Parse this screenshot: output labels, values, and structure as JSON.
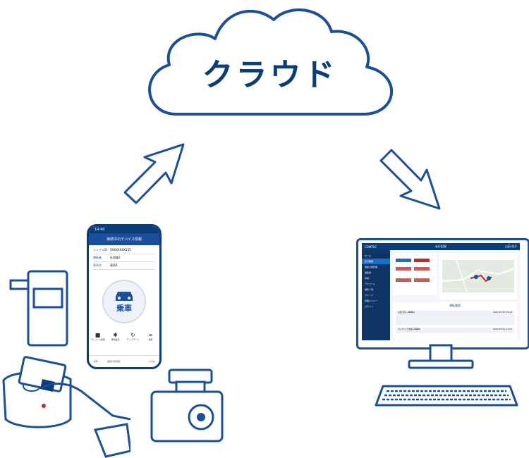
{
  "cloud": {
    "label": "クラウド"
  },
  "phone": {
    "time": "14:40",
    "header": "接続中のデバイス情報",
    "rows": [
      {
        "label": "シリアルID",
        "value": "XXXXXXXX155"
      },
      {
        "label": "運転者",
        "value": "社用車2"
      },
      {
        "label": "車両名",
        "value": "車両A"
      }
    ],
    "main_button": "乗車",
    "actions": [
      "アルコール検査",
      "車両設定",
      "アップデート",
      "連携"
    ],
    "tabs": [
      "乗車",
      "運転日報管理",
      "",
      "",
      "その他"
    ]
  },
  "monitor": {
    "brand": "COMTEC",
    "title": "走行記録",
    "user": "山田 花子",
    "sidebar": [
      "ホーム",
      "走行履歴",
      "運転日報管理",
      "運転者",
      "車両",
      "アルコール",
      "通知一覧",
      "グループ",
      "管理メニュー",
      "ログイン"
    ],
    "list_heading": "運転履歴",
    "entries": [
      {
        "name": "山田 花子 (車両A)",
        "date": "2021/07/11 15:16"
      },
      {
        "name": "ウェザック太郎 (車両B)",
        "date": "2021/07/11 13:21"
      }
    ]
  },
  "colors": {
    "navy": "#0a3d7a",
    "blue": "#1a4f9c",
    "red": "#c62828"
  }
}
